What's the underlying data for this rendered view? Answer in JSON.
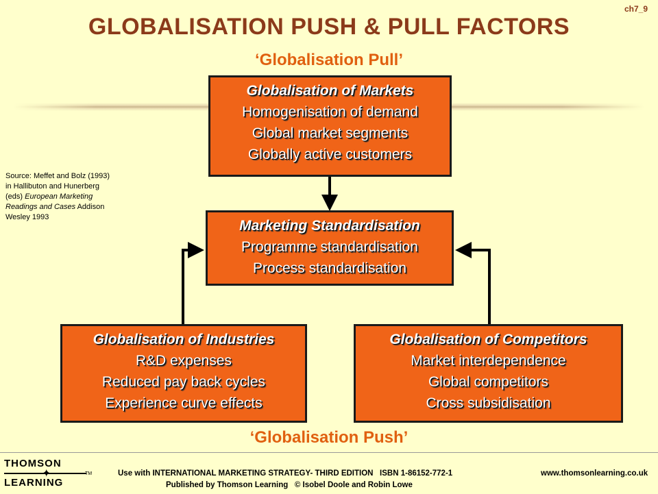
{
  "slide_id": "ch7_9",
  "title": "GLOBALISATION PUSH & PULL FACTORS",
  "pull_label": "‘Globalisation Pull’",
  "push_label": "‘Globalisation Push’",
  "boxes": {
    "markets": {
      "heading": "Globalisation of Markets",
      "lines": [
        "Homogenisation of demand",
        "Global market segments",
        "Globally active customers"
      ]
    },
    "standardisation": {
      "heading": "Marketing Standardisation",
      "lines": [
        "Programme standardisation",
        "Process standardisation"
      ]
    },
    "industries": {
      "heading": "Globalisation of Industries",
      "lines": [
        "R&D expenses",
        "Reduced pay back cycles",
        "Experience curve effects"
      ]
    },
    "competitors": {
      "heading": "Globalisation of Competitors",
      "lines": [
        "Market interdependence",
        "Global competitors",
        "Cross subsidisation"
      ]
    }
  },
  "source": {
    "part1": "Source: Meffet and Bolz (1993) in Hallibuton and Hunerberg (eds) ",
    "italic": "European Marketing Readings and Cases",
    "part2": " Addison Wesley 1993"
  },
  "footer": {
    "logo_top": "THOMSON",
    "logo_bottom": "LEARNING",
    "logo_tm": "TM",
    "line1": "Use with INTERNATIONAL MARKETING STRATEGY- THIRD EDITION   ISBN 1-86152-772-1",
    "website": "www.thomsonlearning.co.uk",
    "line2": "Published by Thomson Learning   © Isobel Doole and Robin Lowe"
  },
  "colors": {
    "background": "#FFFFCC",
    "box_fill": "#F06418",
    "title": "#8B3A1A",
    "accent_text": "#E06010"
  }
}
